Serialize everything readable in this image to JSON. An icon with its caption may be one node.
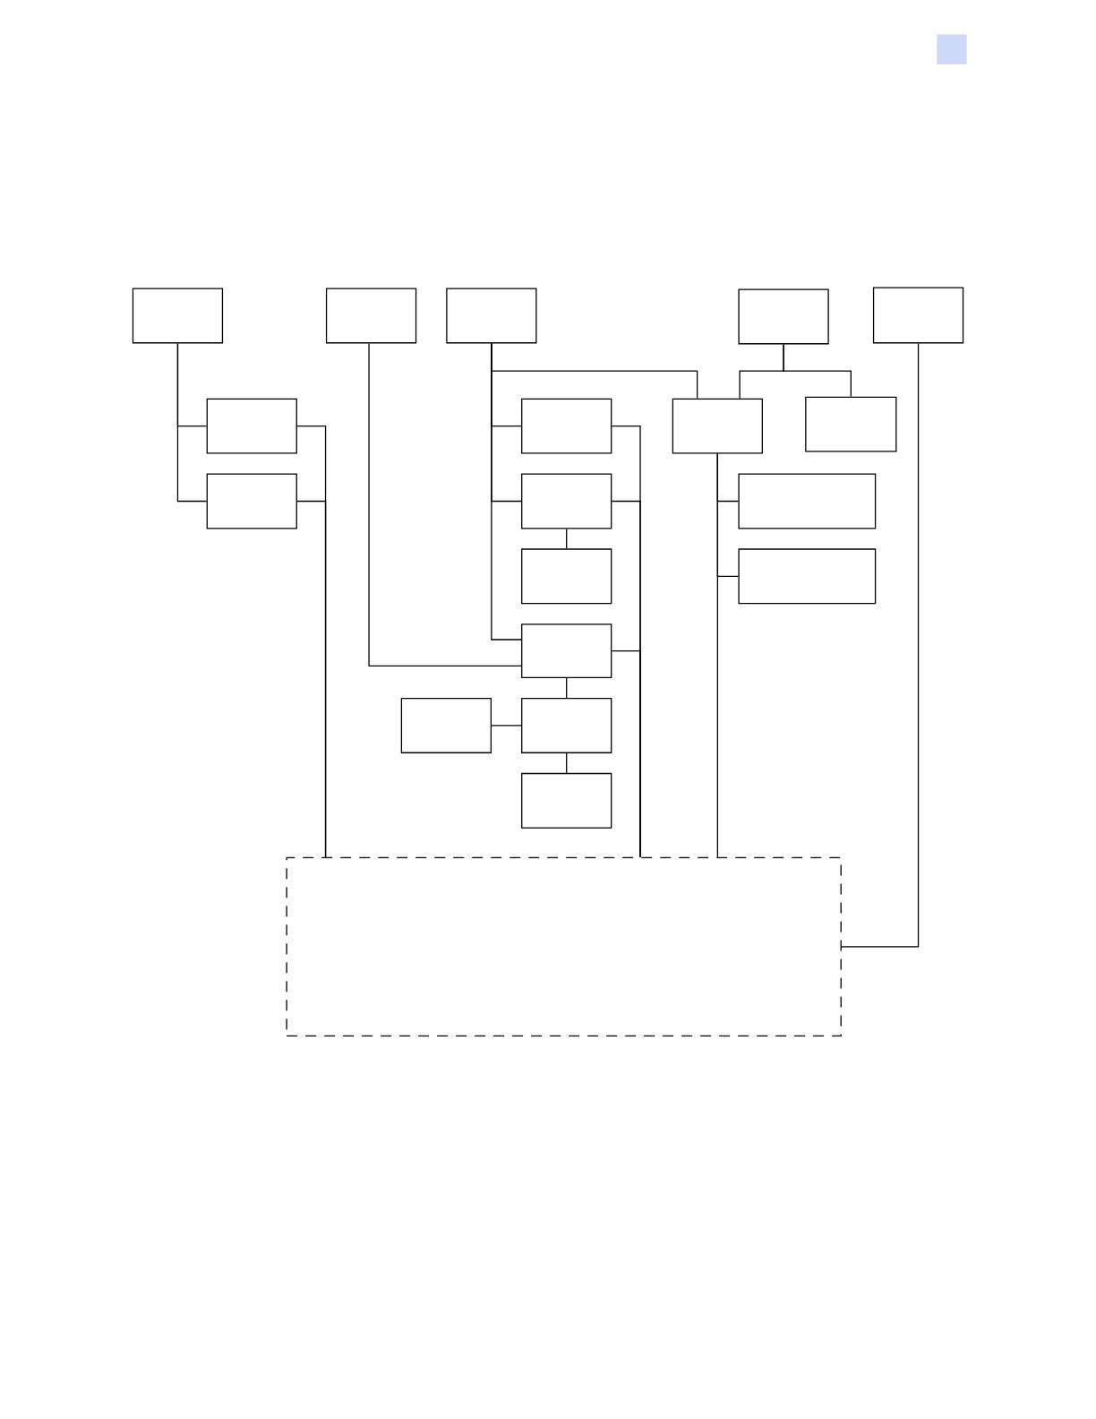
{
  "diagram": {
    "nodes": [
      {
        "text": [],
        "shape": "box"
      },
      {
        "text": [],
        "shape": "box"
      },
      {
        "text": [],
        "shape": "box"
      },
      {
        "text": [],
        "shape": "box"
      },
      {
        "text": [],
        "shape": "box"
      },
      {
        "text": [],
        "shape": "box"
      },
      {
        "text": [],
        "shape": "box"
      },
      {
        "text": [],
        "shape": "box"
      },
      {
        "text": [],
        "shape": "box"
      },
      {
        "text": [],
        "shape": "box"
      },
      {
        "text": [],
        "shape": "box"
      },
      {
        "text": [],
        "shape": "box"
      },
      {
        "text": [],
        "shape": "box"
      },
      {
        "text": [],
        "shape": "box"
      },
      {
        "text": [],
        "shape": "box"
      },
      {
        "text": [],
        "shape": "box"
      },
      {
        "text": [],
        "shape": "box"
      },
      {
        "text": [],
        "shape": "box"
      },
      {
        "text": [],
        "shape": "box"
      }
    ],
    "edges": [
      {
        "from": 0,
        "to": 5,
        "arrow": "none"
      },
      {
        "from": 0,
        "to": 6,
        "arrow": "none"
      },
      {
        "from": 5,
        "to": 18,
        "arrow": "none"
      },
      {
        "from": 6,
        "to": 18,
        "arrow": "none"
      },
      {
        "from": 1,
        "to": 10,
        "arrow": "none"
      },
      {
        "from": 2,
        "to": 7,
        "arrow": "none"
      },
      {
        "from": 2,
        "to": 8,
        "arrow": "none"
      },
      {
        "from": 2,
        "to": 10,
        "arrow": "none"
      },
      {
        "from": 2,
        "to": 11,
        "arrow": "none"
      },
      {
        "from": 3,
        "to": 11,
        "arrow": "none"
      },
      {
        "from": 3,
        "to": 12,
        "arrow": "none"
      },
      {
        "from": 7,
        "to": 18,
        "arrow": "none"
      },
      {
        "from": 8,
        "to": 18,
        "arrow": "none"
      },
      {
        "from": 10,
        "to": 18,
        "arrow": "none"
      },
      {
        "from": 8,
        "to": 9,
        "arrow": "none"
      },
      {
        "from": 10,
        "to": 16,
        "arrow": "none"
      },
      {
        "from": 15,
        "to": 16,
        "arrow": "none"
      },
      {
        "from": 16,
        "to": 17,
        "arrow": "none"
      },
      {
        "from": 11,
        "to": 13,
        "arrow": "none"
      },
      {
        "from": 11,
        "to": 14,
        "arrow": "none"
      },
      {
        "from": 11,
        "to": 18,
        "arrow": "none"
      },
      {
        "from": 4,
        "to": 18,
        "arrow": "none"
      }
    ]
  }
}
